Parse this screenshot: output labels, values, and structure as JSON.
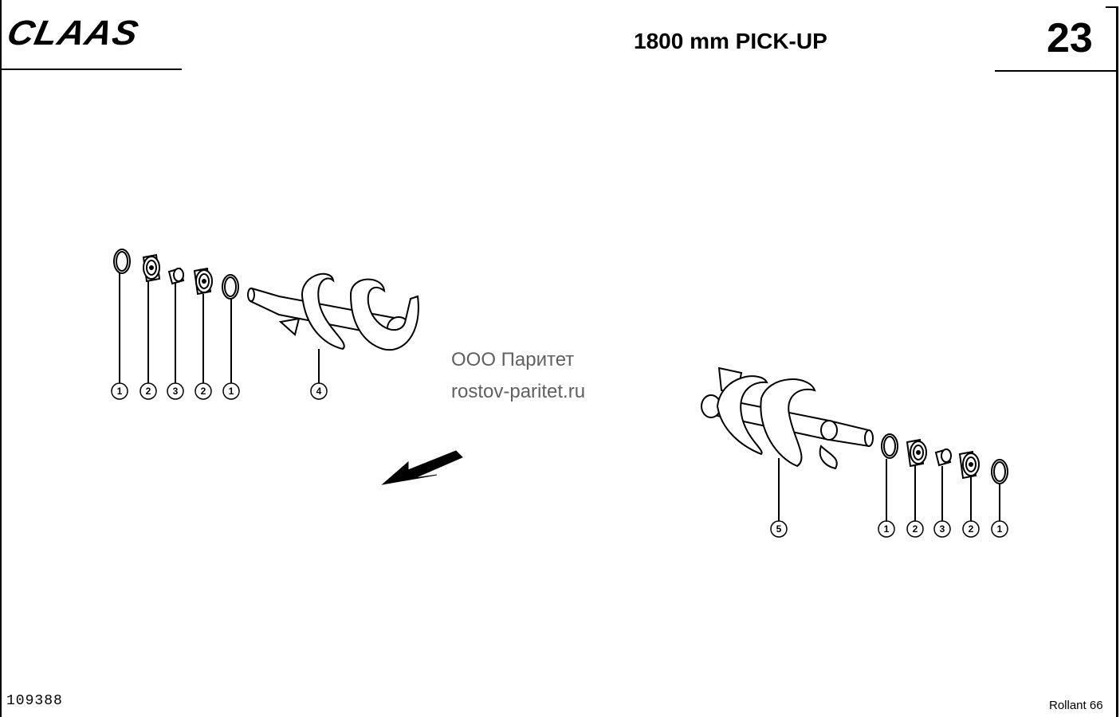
{
  "header": {
    "brand": "CLAAS",
    "title": "1800 mm PICK-UP",
    "page_number": "23"
  },
  "footer": {
    "drawing_id": "109388",
    "model": "Rollant 66"
  },
  "watermark": {
    "line1": "ООО Паритет",
    "line2": "rostov-paritet.ru"
  },
  "callouts": {
    "left_assembly": [
      "1",
      "2",
      "3",
      "2",
      "1",
      "4"
    ],
    "right_assembly": [
      "5",
      "1",
      "2",
      "3",
      "2",
      "1"
    ]
  }
}
